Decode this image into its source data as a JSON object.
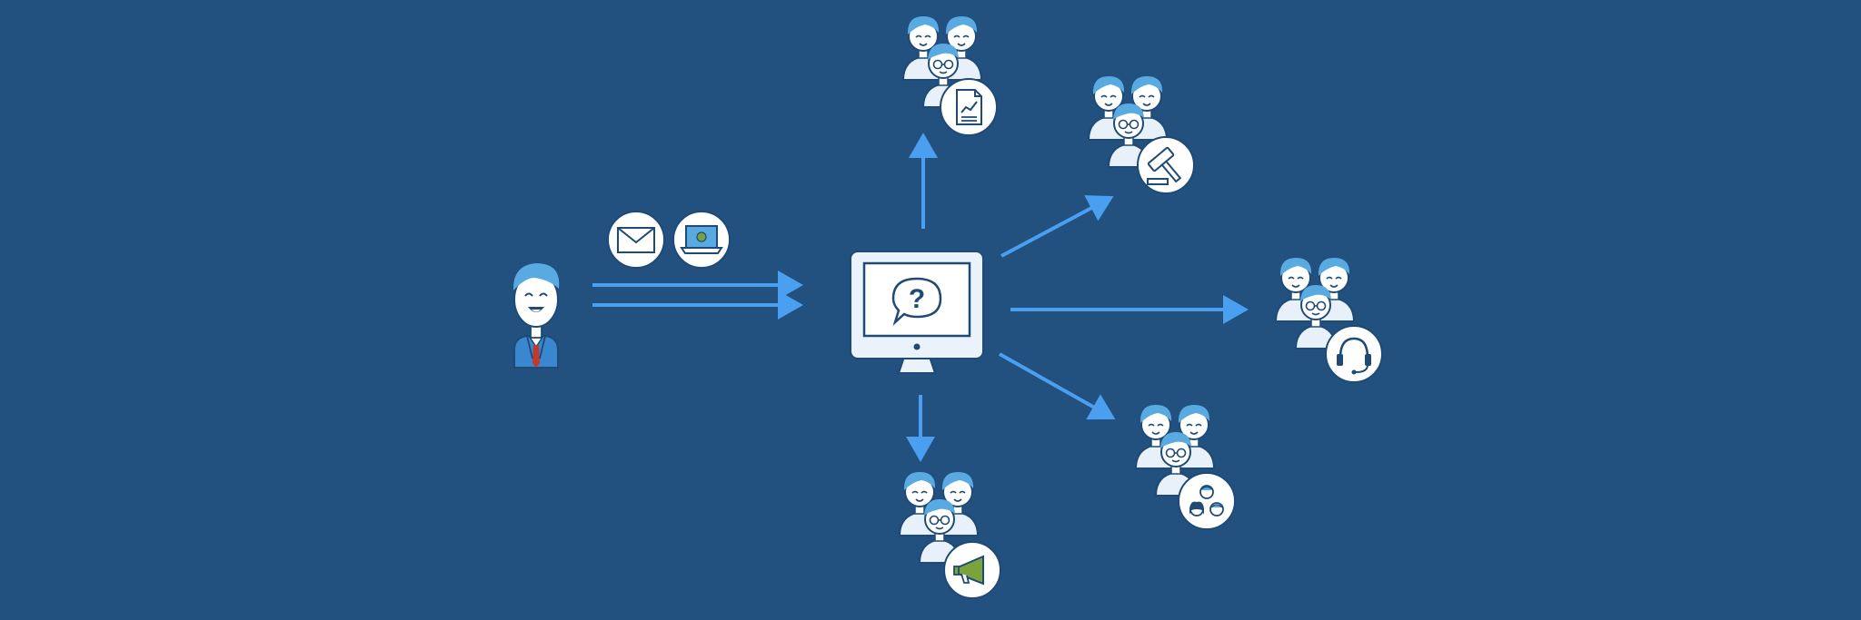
{
  "diagram": {
    "title": "",
    "colors": {
      "background": "#22507f",
      "arrow": "#4a9ff0",
      "hair": "#5aaae2",
      "skin": "#ffffff",
      "outline": "#1f4a75",
      "shirt": "#e8f1fa",
      "suit": "#3a86cf",
      "tie": "#c0392b",
      "badge_fill": "#ffffff",
      "monitor_frame": "#eaf2fb",
      "megaphone": "#7aa33b"
    },
    "sender": {
      "icon": "businessman-icon"
    },
    "channels": [
      {
        "icon": "envelope-icon"
      },
      {
        "icon": "laptop-icon"
      }
    ],
    "hub": {
      "icon": "monitor-question-icon",
      "glyph": "?"
    },
    "groups": [
      {
        "id": "reports",
        "badge_icon": "document-chart-icon"
      },
      {
        "id": "legal",
        "badge_icon": "gavel-icon"
      },
      {
        "id": "support",
        "badge_icon": "headset-icon"
      },
      {
        "id": "hr",
        "badge_icon": "people-faces-icon"
      },
      {
        "id": "marketing",
        "badge_icon": "megaphone-icon"
      }
    ]
  }
}
